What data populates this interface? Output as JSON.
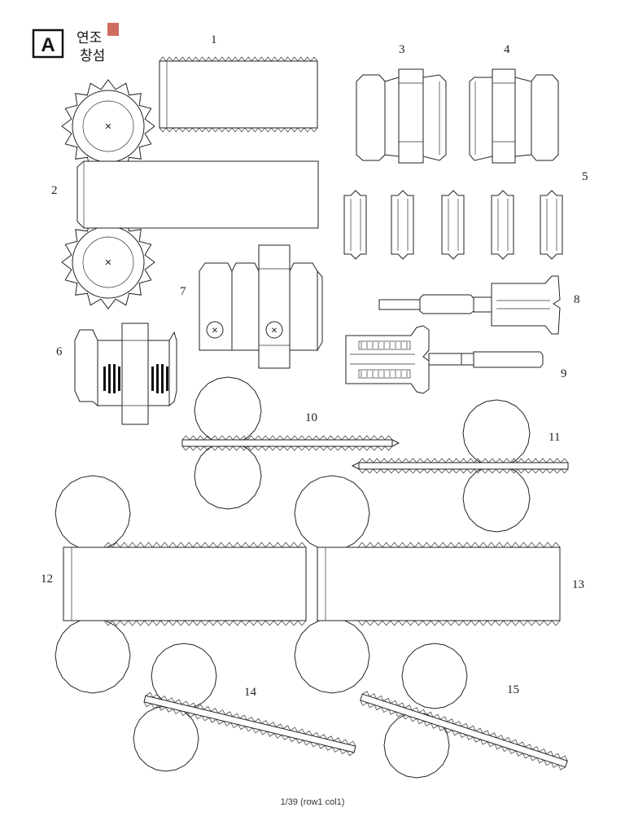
{
  "sheet": {
    "badge_letter": "A",
    "logo_text": [
      "연조",
      "창섬"
    ],
    "footer": "1/39 (row1 col1)"
  },
  "parts": [
    {
      "id": "1",
      "label": "1"
    },
    {
      "id": "2",
      "label": "2"
    },
    {
      "id": "3",
      "label": "3"
    },
    {
      "id": "4",
      "label": "4"
    },
    {
      "id": "5",
      "label": "5"
    },
    {
      "id": "6",
      "label": "6"
    },
    {
      "id": "7",
      "label": "7"
    },
    {
      "id": "8",
      "label": "8"
    },
    {
      "id": "9",
      "label": "9"
    },
    {
      "id": "10",
      "label": "10"
    },
    {
      "id": "11",
      "label": "11"
    },
    {
      "id": "12",
      "label": "12"
    },
    {
      "id": "13",
      "label": "13"
    },
    {
      "id": "14",
      "label": "14"
    },
    {
      "id": "15",
      "label": "15"
    }
  ]
}
